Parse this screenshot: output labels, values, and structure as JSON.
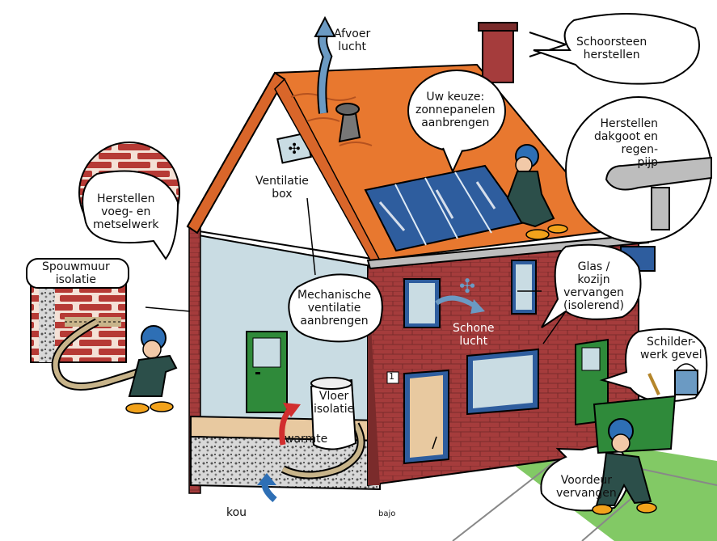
{
  "labels": {
    "afvoer": [
      "Afvoer",
      "lucht"
    ],
    "schoorsteen": [
      "Schoorsteen",
      "herstellen"
    ],
    "keuze": [
      "Uw keuze:",
      "zonnepanelen",
      "aanbrengen"
    ],
    "dakgoot": [
      "Herstellen",
      "dakgoot en",
      "regen-",
      "pijp"
    ],
    "ventbox": [
      "Ventilatie",
      "box"
    ],
    "voeg": [
      "Herstellen",
      "voeg- en",
      "metselwerk"
    ],
    "spouw": [
      "Spouwmuur",
      "isolatie"
    ],
    "mech": [
      "Mechanische",
      "ventilatie",
      "aanbrengen"
    ],
    "glas": [
      "Glas /",
      "kozijn",
      "vervangen",
      "(isolerend)"
    ],
    "schone": [
      "Schone",
      "lucht"
    ],
    "schilder": [
      "Schilder-",
      "werk gevel"
    ],
    "vloer": [
      "Vloer",
      "isolatie"
    ],
    "warmte": "warmte",
    "voordeur": [
      "Voordeur",
      "vervangen"
    ],
    "kou": "kou",
    "huisnummer": "1",
    "signature": "bajo"
  },
  "colors": {
    "roof": "#e8782f",
    "brick": "#9b3b3b",
    "wallInside": "#c9dce3",
    "door": "#2f8a3a",
    "window": "#2e5d9e",
    "worker": "#2c4f4a",
    "helmet": "#2e6fb5",
    "boot": "#f2a21b",
    "grass": "#6cbf4a",
    "floor": "#e8c9a0"
  }
}
